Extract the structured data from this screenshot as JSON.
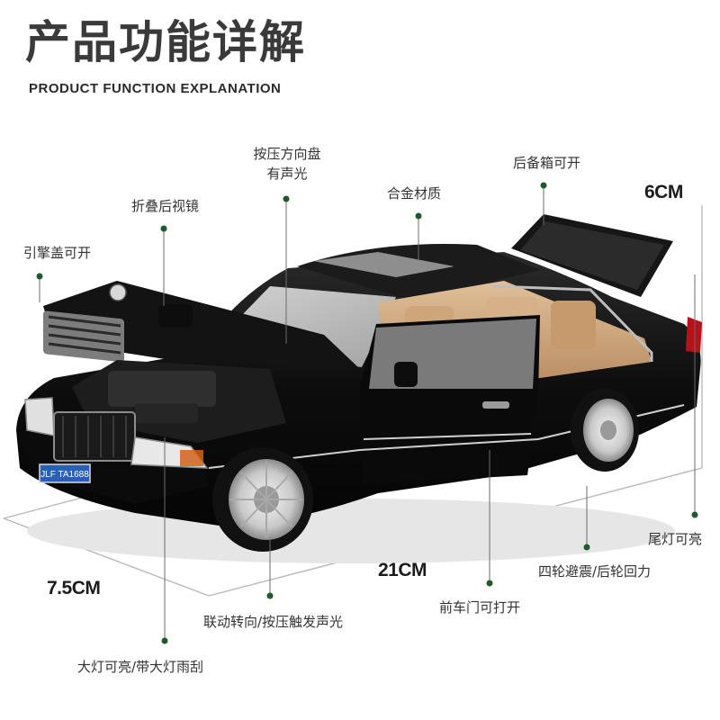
{
  "header": {
    "title_cn": "产品功能详解",
    "title_en": "PRODUCT FUNCTION EXPLANATION"
  },
  "callouts": {
    "engine_hood": "引擎盖可开",
    "folding_mirror": "折叠后视镜",
    "steering_line1": "按压方向盘",
    "steering_line2": "有声光",
    "alloy": "合金材质",
    "trunk": "后备箱可开",
    "tail_light": "尾灯可亮",
    "suspension": "四轮避震/后轮回力",
    "front_door": "前车门可打开",
    "linked_steering": "联动转向/按压触发声光",
    "headlight": "大灯可亮/带大灯雨刮"
  },
  "dimensions": {
    "height": "6CM",
    "width": "7.5CM",
    "length": "21CM"
  },
  "plate": "JLF TA1688",
  "colors": {
    "callout_dot": "#1f5a2a",
    "title": "#3a3a3a",
    "car_body": "#0e0e0e",
    "interior": "#c9a27a"
  }
}
